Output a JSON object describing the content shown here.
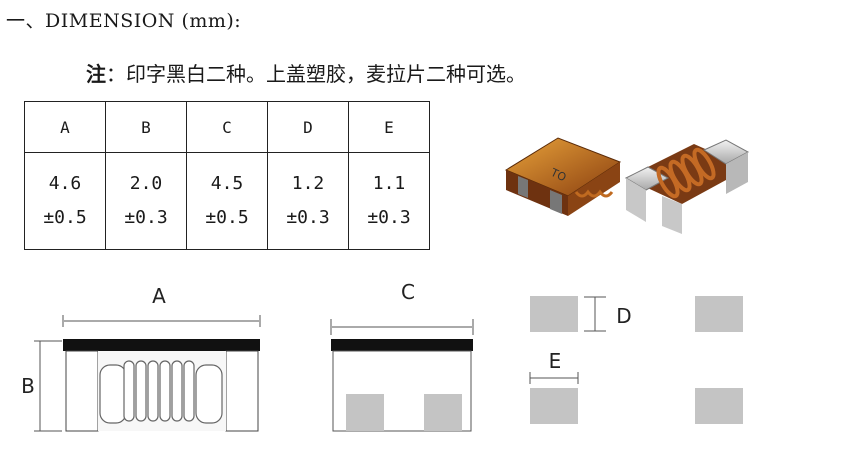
{
  "heading": "一、DIMENSION (mm):",
  "note": {
    "label": "注",
    "text": "：印字黑白二种。上盖塑胶，麦拉片二种可选。"
  },
  "table": {
    "headers": [
      "A",
      "B",
      "C",
      "D",
      "E"
    ],
    "values": [
      "4.6",
      "2.0",
      "4.5",
      "1.2",
      "1.1"
    ],
    "tolerances": [
      "±0.5",
      "±0.3",
      "±0.5",
      "±0.3",
      "±0.3"
    ]
  },
  "photo": {
    "marking": "TO"
  },
  "drawing": {
    "labels": {
      "a": "A",
      "b": "B",
      "c": "C",
      "d": "D",
      "e": "E"
    }
  }
}
